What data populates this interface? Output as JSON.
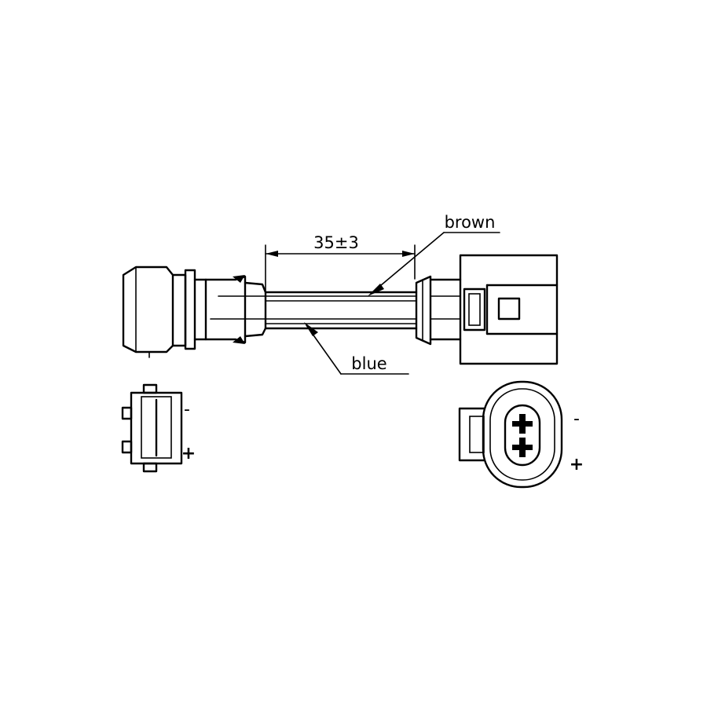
{
  "diagram": {
    "dimension_label": "35±3",
    "wire_top_label": "brown",
    "wire_bottom_label": "blue",
    "left_pin_top": "-",
    "left_pin_bottom": "+",
    "right_pin_top": "-",
    "right_pin_bottom": "+"
  }
}
